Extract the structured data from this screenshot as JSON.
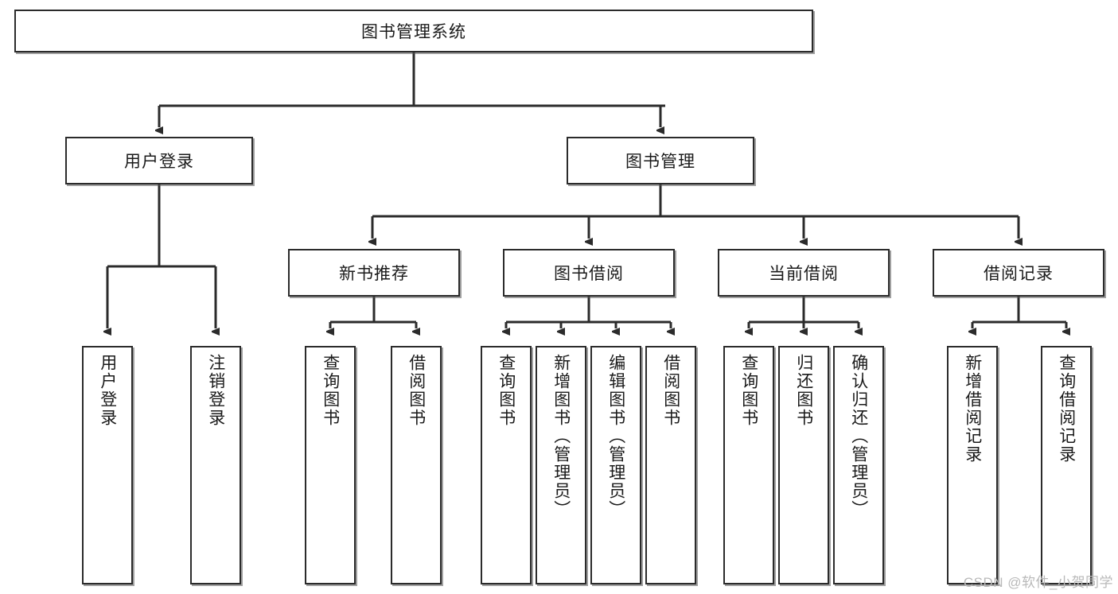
{
  "diagram": {
    "title": "图书管理系统",
    "type": "tree-hierarchy-chart",
    "root": {
      "id": "root",
      "label": "图书管理系统"
    },
    "level2": [
      {
        "id": "user-login",
        "label": "用户登录"
      },
      {
        "id": "book-management",
        "label": "图书管理"
      }
    ],
    "level3": [
      {
        "id": "new-book-recommend",
        "label": "新书推荐"
      },
      {
        "id": "book-borrow",
        "label": "图书借阅"
      },
      {
        "id": "current-borrow",
        "label": "当前借阅"
      },
      {
        "id": "borrow-record",
        "label": "借阅记录"
      }
    ],
    "leaves": {
      "user_login": [
        {
          "id": "leaf-user-login",
          "label": "用户登录"
        },
        {
          "id": "leaf-logout-login",
          "label": "注销登录"
        }
      ],
      "new_book_recommend": [
        {
          "id": "leaf-query-book-1",
          "label": "查询图书"
        },
        {
          "id": "leaf-borrow-book-1",
          "label": "借阅图书"
        }
      ],
      "book_borrow": [
        {
          "id": "leaf-query-book-2",
          "label": "查询图书"
        },
        {
          "id": "leaf-add-book",
          "label": "新增图书（管理员）"
        },
        {
          "id": "leaf-edit-book",
          "label": "编辑图书（管理员）"
        },
        {
          "id": "leaf-borrow-book-2",
          "label": "借阅图书"
        }
      ],
      "current_borrow": [
        {
          "id": "leaf-query-book-3",
          "label": "查询图书"
        },
        {
          "id": "leaf-return-book",
          "label": "归还图书"
        },
        {
          "id": "leaf-confirm-return",
          "label": "确认归还（管理员）"
        }
      ],
      "borrow_record": [
        {
          "id": "leaf-add-record",
          "label": "新增借阅记录"
        },
        {
          "id": "leaf-query-record",
          "label": "查询借阅记录"
        }
      ]
    }
  },
  "watermark": {
    "text": "CSDN @软件_小贺同学"
  },
  "colors": {
    "border": "#2b2b2b",
    "text": "#1a1a1a",
    "background": "#ffffff",
    "watermark": "#b9b9b9"
  }
}
